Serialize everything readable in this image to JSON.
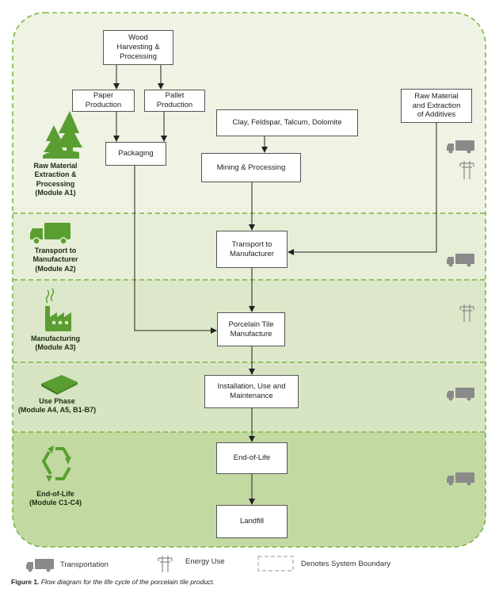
{
  "stages": {
    "a1": "Raw Material\nExtraction &\nProcessing\n(Module A1)",
    "a2": "Transport to\nManufacturer\n(Module A2)",
    "a3": "Manufacturing\n(Module A3)",
    "a4": "Use Phase\n(Module A4, A5, B1-B7)",
    "c": "End-of-Life\n(Module C1-C4)"
  },
  "boxes": {
    "wood": "Wood\nHarvesting &\nProcessing",
    "paper": "Paper\nProduction",
    "pallet": "Pallet\nProduction",
    "packaging": "Packaging",
    "clay": "Clay, Feldspar, Talcum, Dolomite",
    "mining": "Mining & Processing",
    "raw_additives": "Raw Material\nand Extraction\nof Additives",
    "transport": "Transport to\nManufacturer",
    "porcelain": "Porcelain Tile\nManufacture",
    "installation": "Installation, Use and\nMaintenance",
    "eol": "End-of-Life",
    "landfill": "Landfill"
  },
  "legend": {
    "transportation": "Transportation",
    "energy": "Energy Use",
    "boundary": "Denotes System Boundary"
  },
  "caption": {
    "label": "Figure 1.",
    "text": "Flow diagram for the life cycle of the porcelain tile product."
  },
  "colors": {
    "band_a1": "#eef3e3",
    "band_a2": "#e6eed7",
    "band_a3": "#dce8c9",
    "band_a4": "#d8e5c3",
    "band_c": "#c3d9a2",
    "boundary": "#7ab648",
    "icon_green": "#5a9e32",
    "icon_grey": "#8a8a8a"
  }
}
